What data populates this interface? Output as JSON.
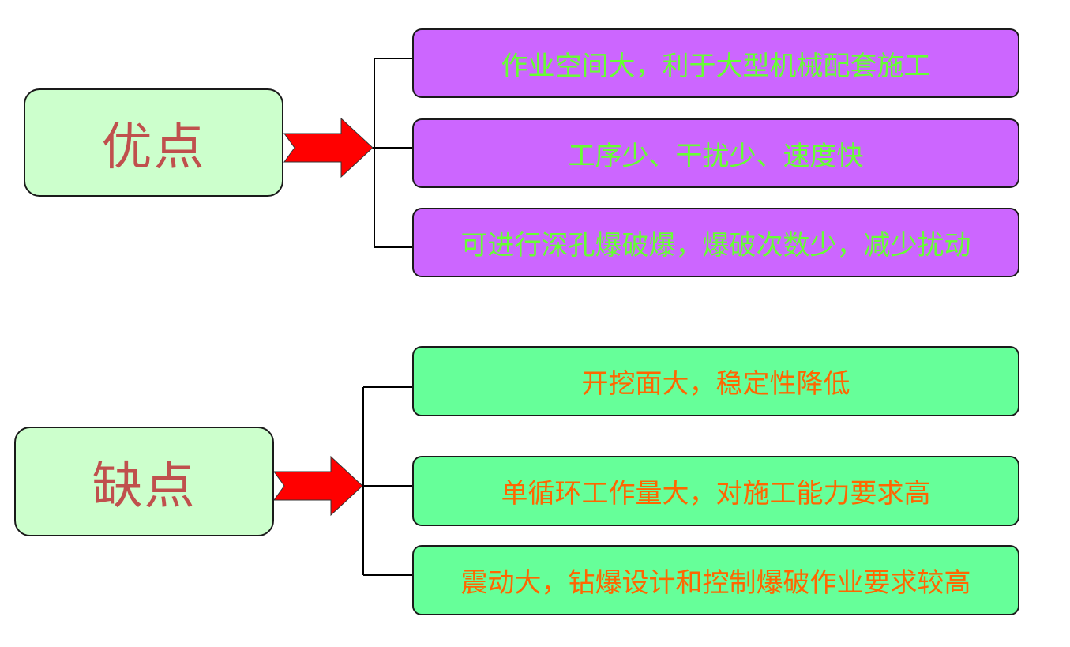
{
  "advantages": {
    "title": "优点",
    "items": [
      "作业空间大，利于大型机械配套施工",
      "工序少、干扰少、速度快",
      "可进行深孔爆破爆，爆破次数少，减少扰动"
    ]
  },
  "disadvantages": {
    "title": "缺点",
    "items": [
      "开挖面大，稳定性降低",
      "单循环工作量大，对施工能力要求高",
      "震动大，钻爆设计和控制爆破作业要求较高"
    ]
  },
  "colors": {
    "head_fill": "#ccffcc",
    "head_text": "#c0504d",
    "adv_fill": "#cc66ff",
    "adv_text": "#66ff33",
    "dis_fill": "#66ff99",
    "dis_text": "#ff6600",
    "arrow": "#ff0000"
  }
}
